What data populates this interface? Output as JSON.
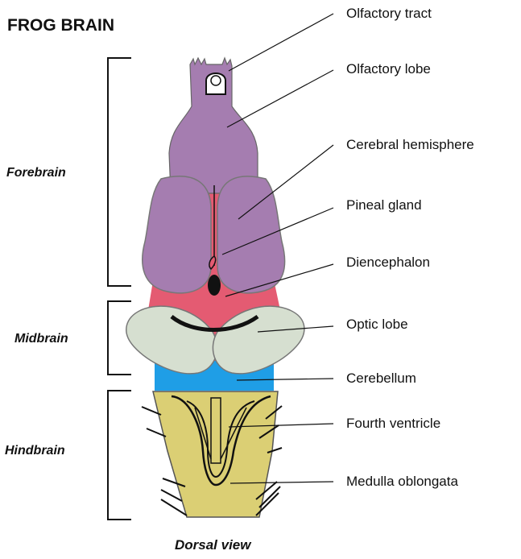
{
  "title": "FROG BRAIN",
  "view_label": "Dorsal view",
  "regions": [
    {
      "name": "forebrain",
      "label": "Forebrain"
    },
    {
      "name": "midbrain",
      "label": "Midbrain"
    },
    {
      "name": "hindbrain",
      "label": "Hindbrain"
    }
  ],
  "labels": [
    {
      "name": "olfactory-tract",
      "text": "Olfactory tract"
    },
    {
      "name": "olfactory-lobe",
      "text": "Olfactory lobe"
    },
    {
      "name": "cerebral-hemisphere",
      "text": "Cerebral hemisphere"
    },
    {
      "name": "pineal-gland",
      "text": "Pineal gland"
    },
    {
      "name": "diencephalon",
      "text": "Diencephalon"
    },
    {
      "name": "optic-lobe",
      "text": "Optic lobe"
    },
    {
      "name": "cerebellum",
      "text": "Cerebellum"
    },
    {
      "name": "fourth-ventricle",
      "text": "Fourth ventricle"
    },
    {
      "name": "medulla-oblongata",
      "text": "Medulla oblongata"
    }
  ],
  "colors": {
    "olfactory": "#a57db0",
    "hemisphere": "#a57db0",
    "diencephalon": "#e45b72",
    "optic_lobe": "#d6dfd0",
    "cerebellum": "#1f9ee6",
    "medulla": "#dbcf74",
    "outline": "#111111"
  }
}
